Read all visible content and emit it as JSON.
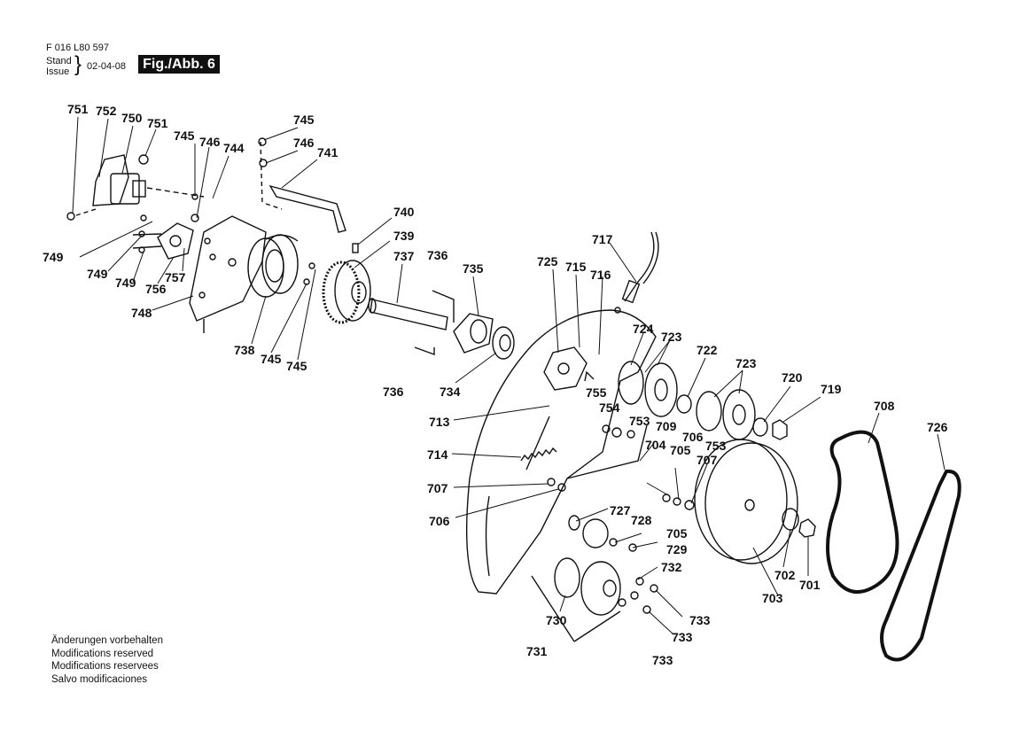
{
  "header": {
    "doc_number": "F 016 L80 597",
    "stand_label": "Stand",
    "issue_label": "Issue",
    "brace": "}",
    "date": "02-04-08",
    "figure_label": "Fig./Abb. 6"
  },
  "notes": [
    "Änderungen vorbehalten",
    "Modifications reserved",
    "Modifications reservees",
    "Salvo modificaciones"
  ],
  "part_labels": [
    "751",
    "752",
    "750",
    "751",
    "745",
    "746",
    "744",
    "745",
    "746",
    "741",
    "740",
    "739",
    "749",
    "749",
    "749",
    "756",
    "757",
    "748",
    "737",
    "736",
    "735",
    "738",
    "745",
    "745",
    "736",
    "734",
    "717",
    "725",
    "715",
    "716",
    "724",
    "723",
    "722",
    "723",
    "720",
    "719",
    "755",
    "754",
    "753",
    "709",
    "713",
    "706",
    "753",
    "708",
    "726",
    "714",
    "704",
    "705",
    "707",
    "707",
    "706",
    "727",
    "728",
    "705",
    "729",
    "732",
    "703",
    "702",
    "701",
    "733",
    "730",
    "733",
    "733",
    "731"
  ]
}
